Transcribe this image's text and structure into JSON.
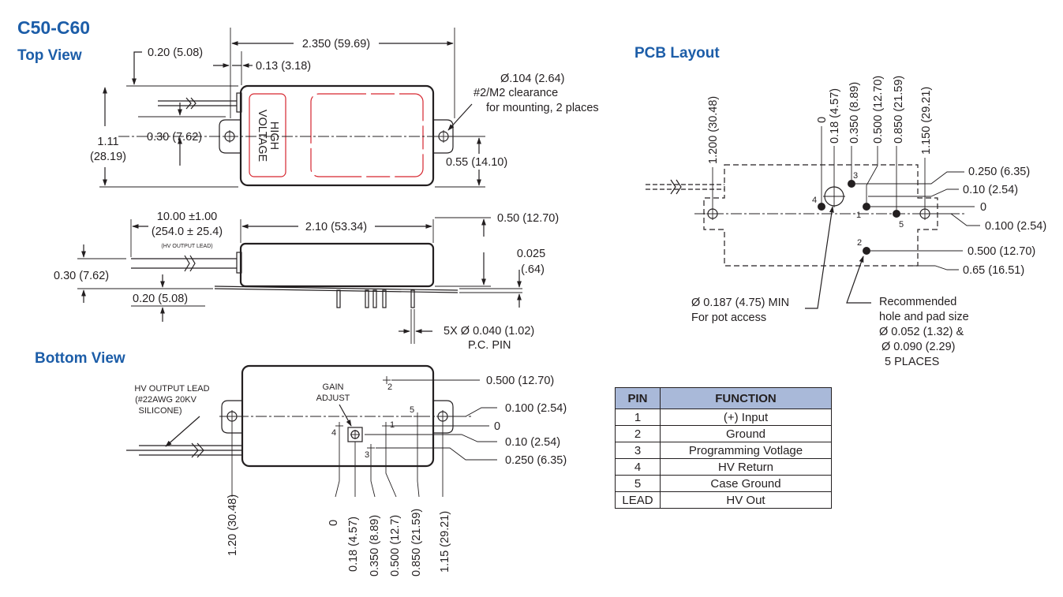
{
  "headings": {
    "model": "C50-C60",
    "top_view": "Top View",
    "bottom_view": "Bottom View",
    "pcb_layout": "PCB Layout"
  },
  "top_view": {
    "body_text_line1": "HIGH",
    "body_text_line2": "VOLTAGE",
    "dim_length": "2.350 (59.69)",
    "dim_020": "0.20 (5.08)",
    "dim_013": "0.13 (3.18)",
    "dim_height_a": "1.11",
    "dim_height_b": "(28.19)",
    "dim_030": "0.30 (7.62)",
    "dim_055": "0.55 (14.10)",
    "mount_line1": "Ø.104 (2.64)",
    "mount_line2": "#2/M2 clearance",
    "mount_line3": "for mounting, 2 places"
  },
  "side_view": {
    "lead_length_a": "10.00 ±1.00",
    "lead_length_b": "(254.0 ± 25.4)",
    "lead_note": "(HV OUTPUT LEAD)",
    "dim_210": "2.10 (53.34)",
    "dim_050": "0.50 (12.70)",
    "dim_025a": "0.025",
    "dim_025b": "(.64)",
    "dim_030": "0.30 (7.62)",
    "dim_020": "0.20 (5.08)",
    "pin_a": "5X Ø 0.040 (1.02)",
    "pin_b": "P.C. PIN"
  },
  "bottom_view": {
    "lead_a": "HV OUTPUT LEAD",
    "lead_b": "(#22AWG 20KV",
    "lead_c": "SILICONE)",
    "gain_a": "GAIN",
    "gain_b": "ADJUST",
    "right_0500": "0.500 (12.70)",
    "right_0100": "0.100 (2.54)",
    "right_0": "0",
    "right_010": "0.10 (2.54)",
    "right_0250": "0.250 (6.35)",
    "v_120": "1.20 (30.48)",
    "v_0": "0",
    "v_018": "0.18 (4.57)",
    "v_0350": "0.350 (8.89)",
    "v_0500": "0.500 (12.7)",
    "v_0850": "0.850 (21.59)",
    "v_115": "1.15 (29.21)",
    "pins": [
      "1",
      "2",
      "3",
      "4",
      "5"
    ]
  },
  "pcb": {
    "v_1200": "1.200 (30.48)",
    "v_0": "0",
    "v_018": "0.18 (4.57)",
    "v_0350": "0.350 (8.89)",
    "v_0500": "0.500 (12.70)",
    "v_0850": "0.850 (21.59)",
    "v_1150": "1.150 (29.21)",
    "r_0250": "0.250 (6.35)",
    "r_010": "0.10 (2.54)",
    "r_0": "0",
    "r_0100": "0.100 (2.54)",
    "r_0500": "0.500 (12.70)",
    "r_065": "0.65 (16.51)",
    "pot_a": "Ø 0.187 (4.75) MIN",
    "pot_b": "For pot access",
    "rec_a": "Recommended",
    "rec_b": "hole and pad size",
    "rec_c": "Ø 0.052 (1.32) &",
    "rec_d": "Ø 0.090 (2.29)",
    "rec_e": "5 PLACES",
    "pins": [
      "1",
      "2",
      "3",
      "4",
      "5"
    ]
  },
  "pin_table": {
    "headers": [
      "PIN",
      "FUNCTION"
    ],
    "rows": [
      [
        "1",
        "(+) Input"
      ],
      [
        "2",
        "Ground"
      ],
      [
        "3",
        "Programming Votlage"
      ],
      [
        "4",
        "HV Return"
      ],
      [
        "5",
        "Case Ground"
      ],
      [
        "LEAD",
        "HV Out"
      ]
    ]
  },
  "colors": {
    "heading": "#1c5da8",
    "table_header": "#a9b9d9",
    "outline": "#d6262f"
  }
}
